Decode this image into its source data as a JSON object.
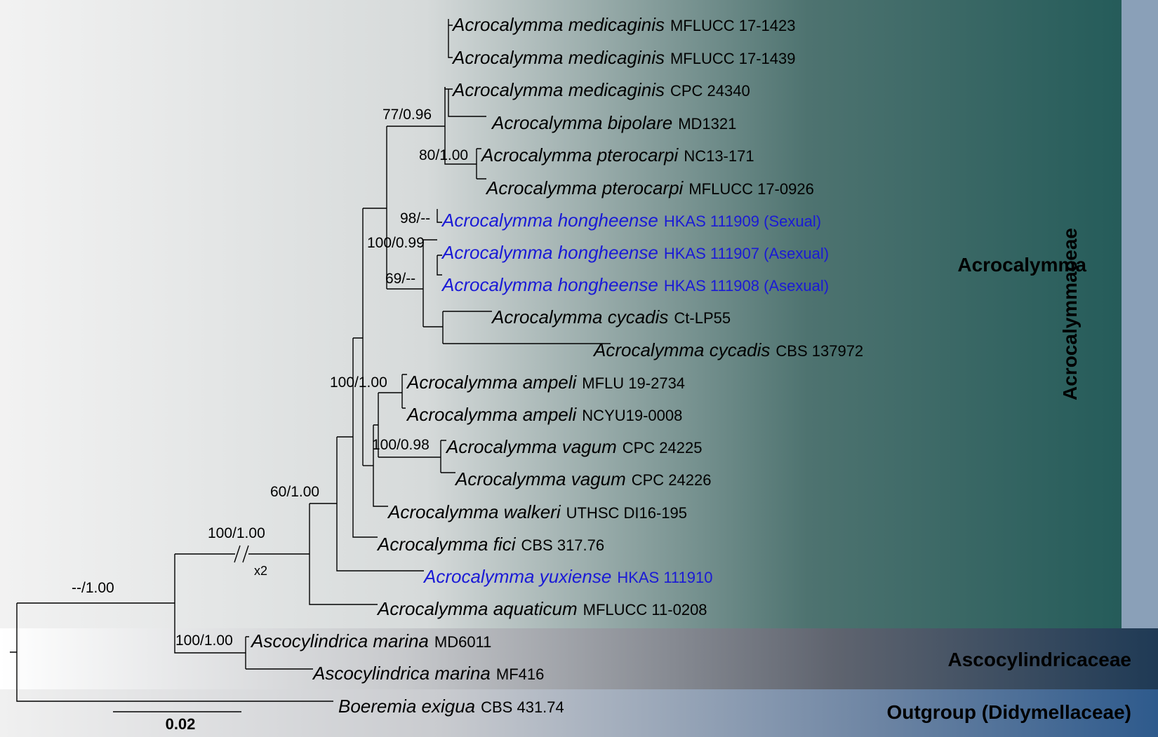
{
  "clades": {
    "genus": "Acrocalymma",
    "family": "Acrocalymmaceae",
    "family2": "Ascocylindricaceae",
    "outgroup": "Outgroup (Didymellaceae)"
  },
  "colors": {
    "tree": "#000000",
    "new_taxon": "#1a1ad6",
    "acro_gradient": [
      "#f2f2f2",
      "#d6dada",
      "#4e7370",
      "#255c5a"
    ],
    "family_bar": "#8aa0b8",
    "asco_gradient": [
      "#ffffff",
      "#b9bcc0",
      "#5f646f",
      "#1f3a55"
    ],
    "outgroup_gradient": [
      "#f2f2f2",
      "#c6c8cc",
      "#6f86a4",
      "#2e5a8c"
    ]
  },
  "taxa": [
    {
      "species": "Acrocalymma medicaginis",
      "strain": "MFLUCC 17-1423",
      "new": false
    },
    {
      "species": "Acrocalymma medicaginis",
      "strain": "MFLUCC 17-1439",
      "new": false
    },
    {
      "species": "Acrocalymma medicaginis",
      "strain": "CPC 24340",
      "new": false
    },
    {
      "species": "Acrocalymma bipolare",
      "strain": "MD1321",
      "new": false
    },
    {
      "species": "Acrocalymma pterocarpi",
      "strain": "NC13-171",
      "new": false
    },
    {
      "species": "Acrocalymma pterocarpi",
      "strain": "MFLUCC 17-0926",
      "new": false
    },
    {
      "species": "Acrocalymma hongheense",
      "strain": "HKAS 111909 (Sexual)",
      "new": true
    },
    {
      "species": "Acrocalymma hongheense",
      "strain": "HKAS 111907 (Asexual)",
      "new": true
    },
    {
      "species": "Acrocalymma hongheense",
      "strain": "HKAS 111908 (Asexual)",
      "new": true
    },
    {
      "species": "Acrocalymma cycadis",
      "strain": "Ct-LP55",
      "new": false
    },
    {
      "species": "Acrocalymma cycadis",
      "strain": "CBS 137972",
      "new": false
    },
    {
      "species": "Acrocalymma ampeli",
      "strain": "MFLU 19-2734",
      "new": false
    },
    {
      "species": "Acrocalymma ampeli",
      "strain": "NCYU19-0008",
      "new": false
    },
    {
      "species": "Acrocalymma vagum",
      "strain": "CPC 24225",
      "new": false
    },
    {
      "species": "Acrocalymma vagum",
      "strain": "CPC 24226",
      "new": false
    },
    {
      "species": "Acrocalymma walkeri",
      "strain": "UTHSC DI16-195",
      "new": false
    },
    {
      "species": "Acrocalymma fici",
      "strain": "CBS 317.76",
      "new": false
    },
    {
      "species": "Acrocalymma yuxiense",
      "strain": "HKAS 111910",
      "new": true
    },
    {
      "species": "Acrocalymma aquaticum",
      "strain": "MFLUCC 11-0208",
      "new": false
    },
    {
      "species": "Ascocylindrica marina",
      "strain": "MD6011",
      "new": false
    },
    {
      "species": "Ascocylindrica marina",
      "strain": "MF416",
      "new": false
    },
    {
      "species": "Boeremia exigua",
      "strain": "CBS 431.74",
      "new": false
    }
  ],
  "supports": [
    "77/0.96",
    "80/1.00",
    "98/--",
    "100/0.99",
    "69/--",
    "100/1.00",
    "100/0.98",
    "60/1.00",
    "100/1.00",
    "--/1.00",
    "100/1.00"
  ],
  "scale_bar": {
    "label": "0.02",
    "length_substitutions": 0.02
  },
  "branch_break": {
    "label": "x2"
  }
}
